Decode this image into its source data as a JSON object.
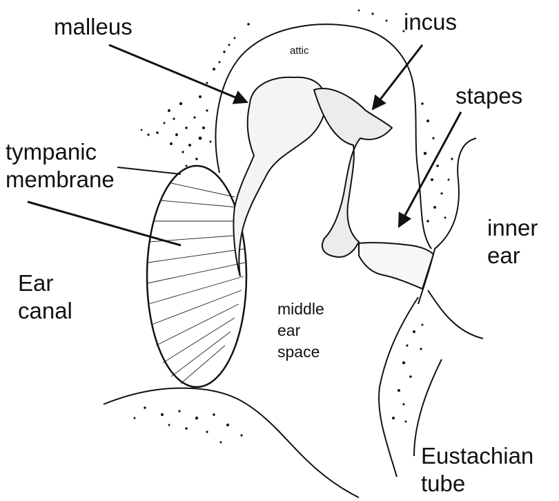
{
  "labels": {
    "malleus": "malleus",
    "incus": "incus",
    "attic": "attic",
    "stapes": "stapes",
    "tympanic_membrane": [
      "tympanic",
      "membrane"
    ],
    "inner_ear": [
      "inner",
      "ear"
    ],
    "ear_canal": [
      "Ear",
      "canal"
    ],
    "middle_ear_space": [
      "middle",
      "ear",
      "space"
    ],
    "eustachian_tube": [
      "Eustachian",
      "tube"
    ]
  },
  "colors": {
    "ink": "#111111",
    "background": "#ffffff"
  }
}
